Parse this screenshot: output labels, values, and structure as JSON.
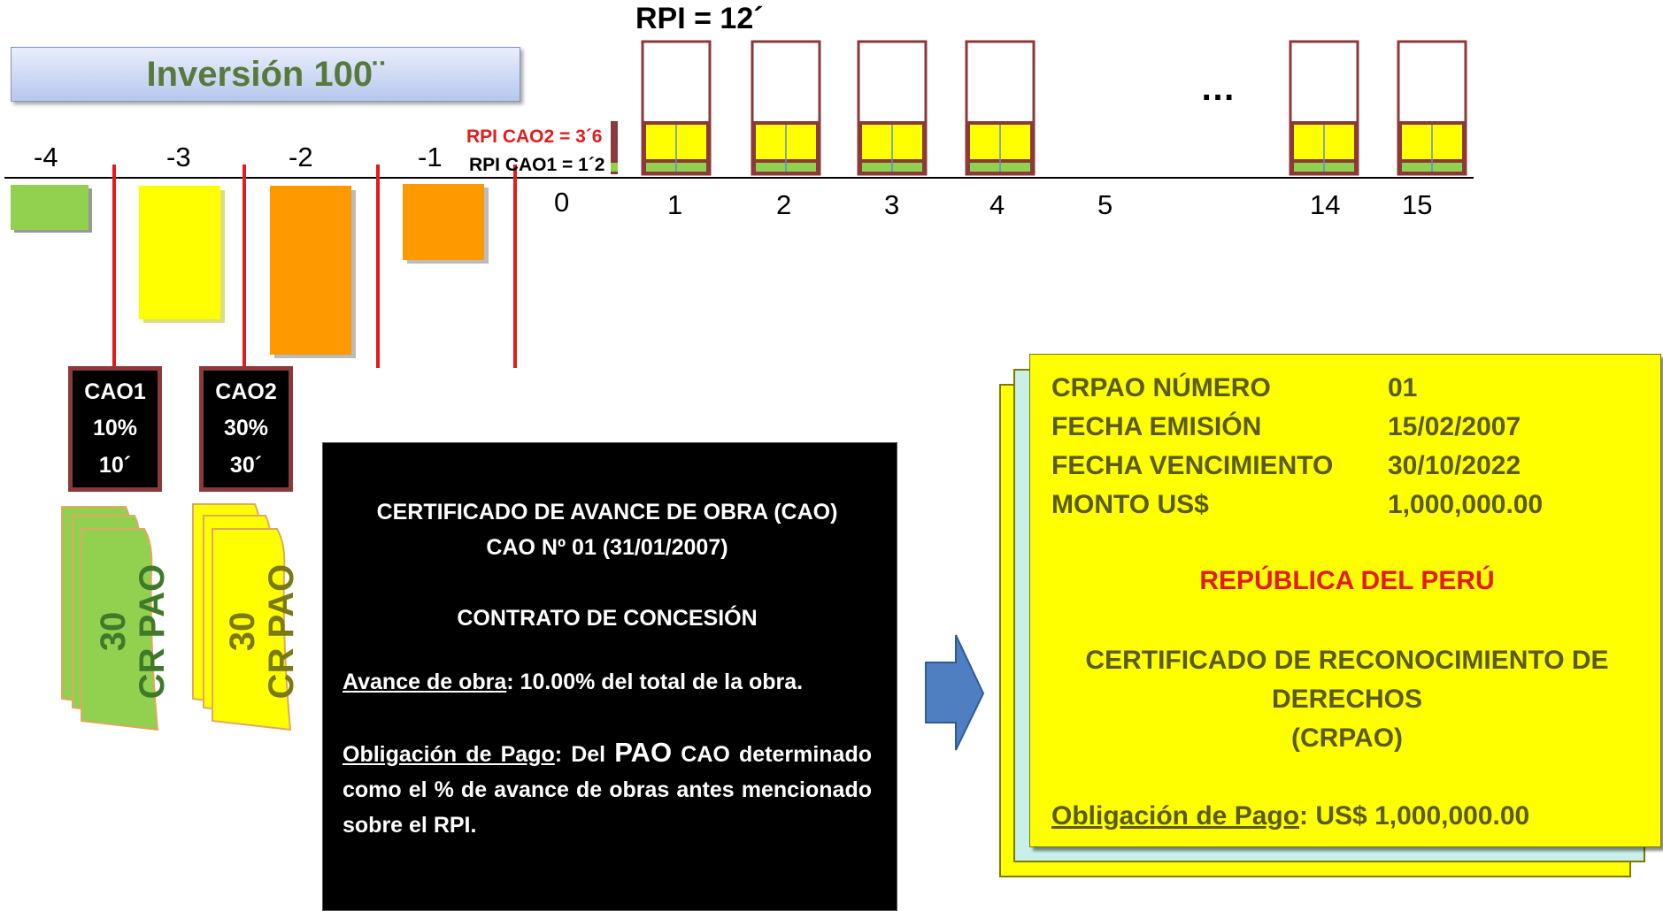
{
  "header": {
    "inversion_title": "Inversión 100¨",
    "rpi_title": "RPI  = 12´",
    "rpi_cao2": "RPI CAO2 = 3´6",
    "rpi_cao1": "RPI CAO1 = 1´2",
    "ellipsis": "…"
  },
  "timeline": {
    "negative_ticks": [
      "-4",
      "-3",
      "-2",
      "-1"
    ],
    "positive_ticks": [
      "0",
      "1",
      "2",
      "3",
      "4",
      "5",
      "14",
      "15"
    ]
  },
  "cao_boxes": [
    {
      "name": "CAO1",
      "percent": "10%",
      "amount": "10´"
    },
    {
      "name": "CAO2",
      "percent": "30%",
      "amount": "30´"
    }
  ],
  "crpao_stacks": [
    {
      "number": "30",
      "label": "CR PAO",
      "color": "#92d050"
    },
    {
      "number": "30",
      "label": "CR PAO",
      "color": "#ffff00"
    }
  ],
  "cao_certificate": {
    "title": "CERTIFICADO DE AVANCE DE OBRA (CAO)",
    "subtitle": "CAO Nº 01 (31/01/2007)",
    "contract": "CONTRATO DE CONCESIÓN",
    "avance_label": "Avance de obra",
    "avance_text": ": 10.00% del total de la obra.",
    "obligacion_label": "Obligación de Pago",
    "obligacion_text_1": ": Del ",
    "obligacion_pao": "PAO",
    "obligacion_text_2": " CAO determinado como el % de avance de obras antes mencionado sobre el RPI."
  },
  "crpao_certificate": {
    "rows": [
      {
        "label": "CRPAO NÚMERO",
        "value": "01"
      },
      {
        "label": "FECHA EMISIÓN",
        "value": "15/02/2007"
      },
      {
        "label": "FECHA VENCIMIENTO",
        "value": "30/10/2022"
      },
      {
        "label": "MONTO US$",
        "value": "1,000,000.00"
      }
    ],
    "republica": "REPÚBLICA DEL PERÚ",
    "title_line1": "CERTIFICADO DE RECONOCIMIENTO DE",
    "title_line2": "DERECHOS",
    "title_line3": "(CRPAO)",
    "obligacion_label": "Obligación de Pago",
    "obligacion_value": ": US$ 1,000,000.00"
  },
  "colors": {
    "green": "#92d050",
    "yellow": "#ffff00",
    "orange": "#ff9900",
    "dark_red": "#8a3a3a",
    "red": "#e31b1b",
    "arrow_blue": "#4f7fc0"
  }
}
